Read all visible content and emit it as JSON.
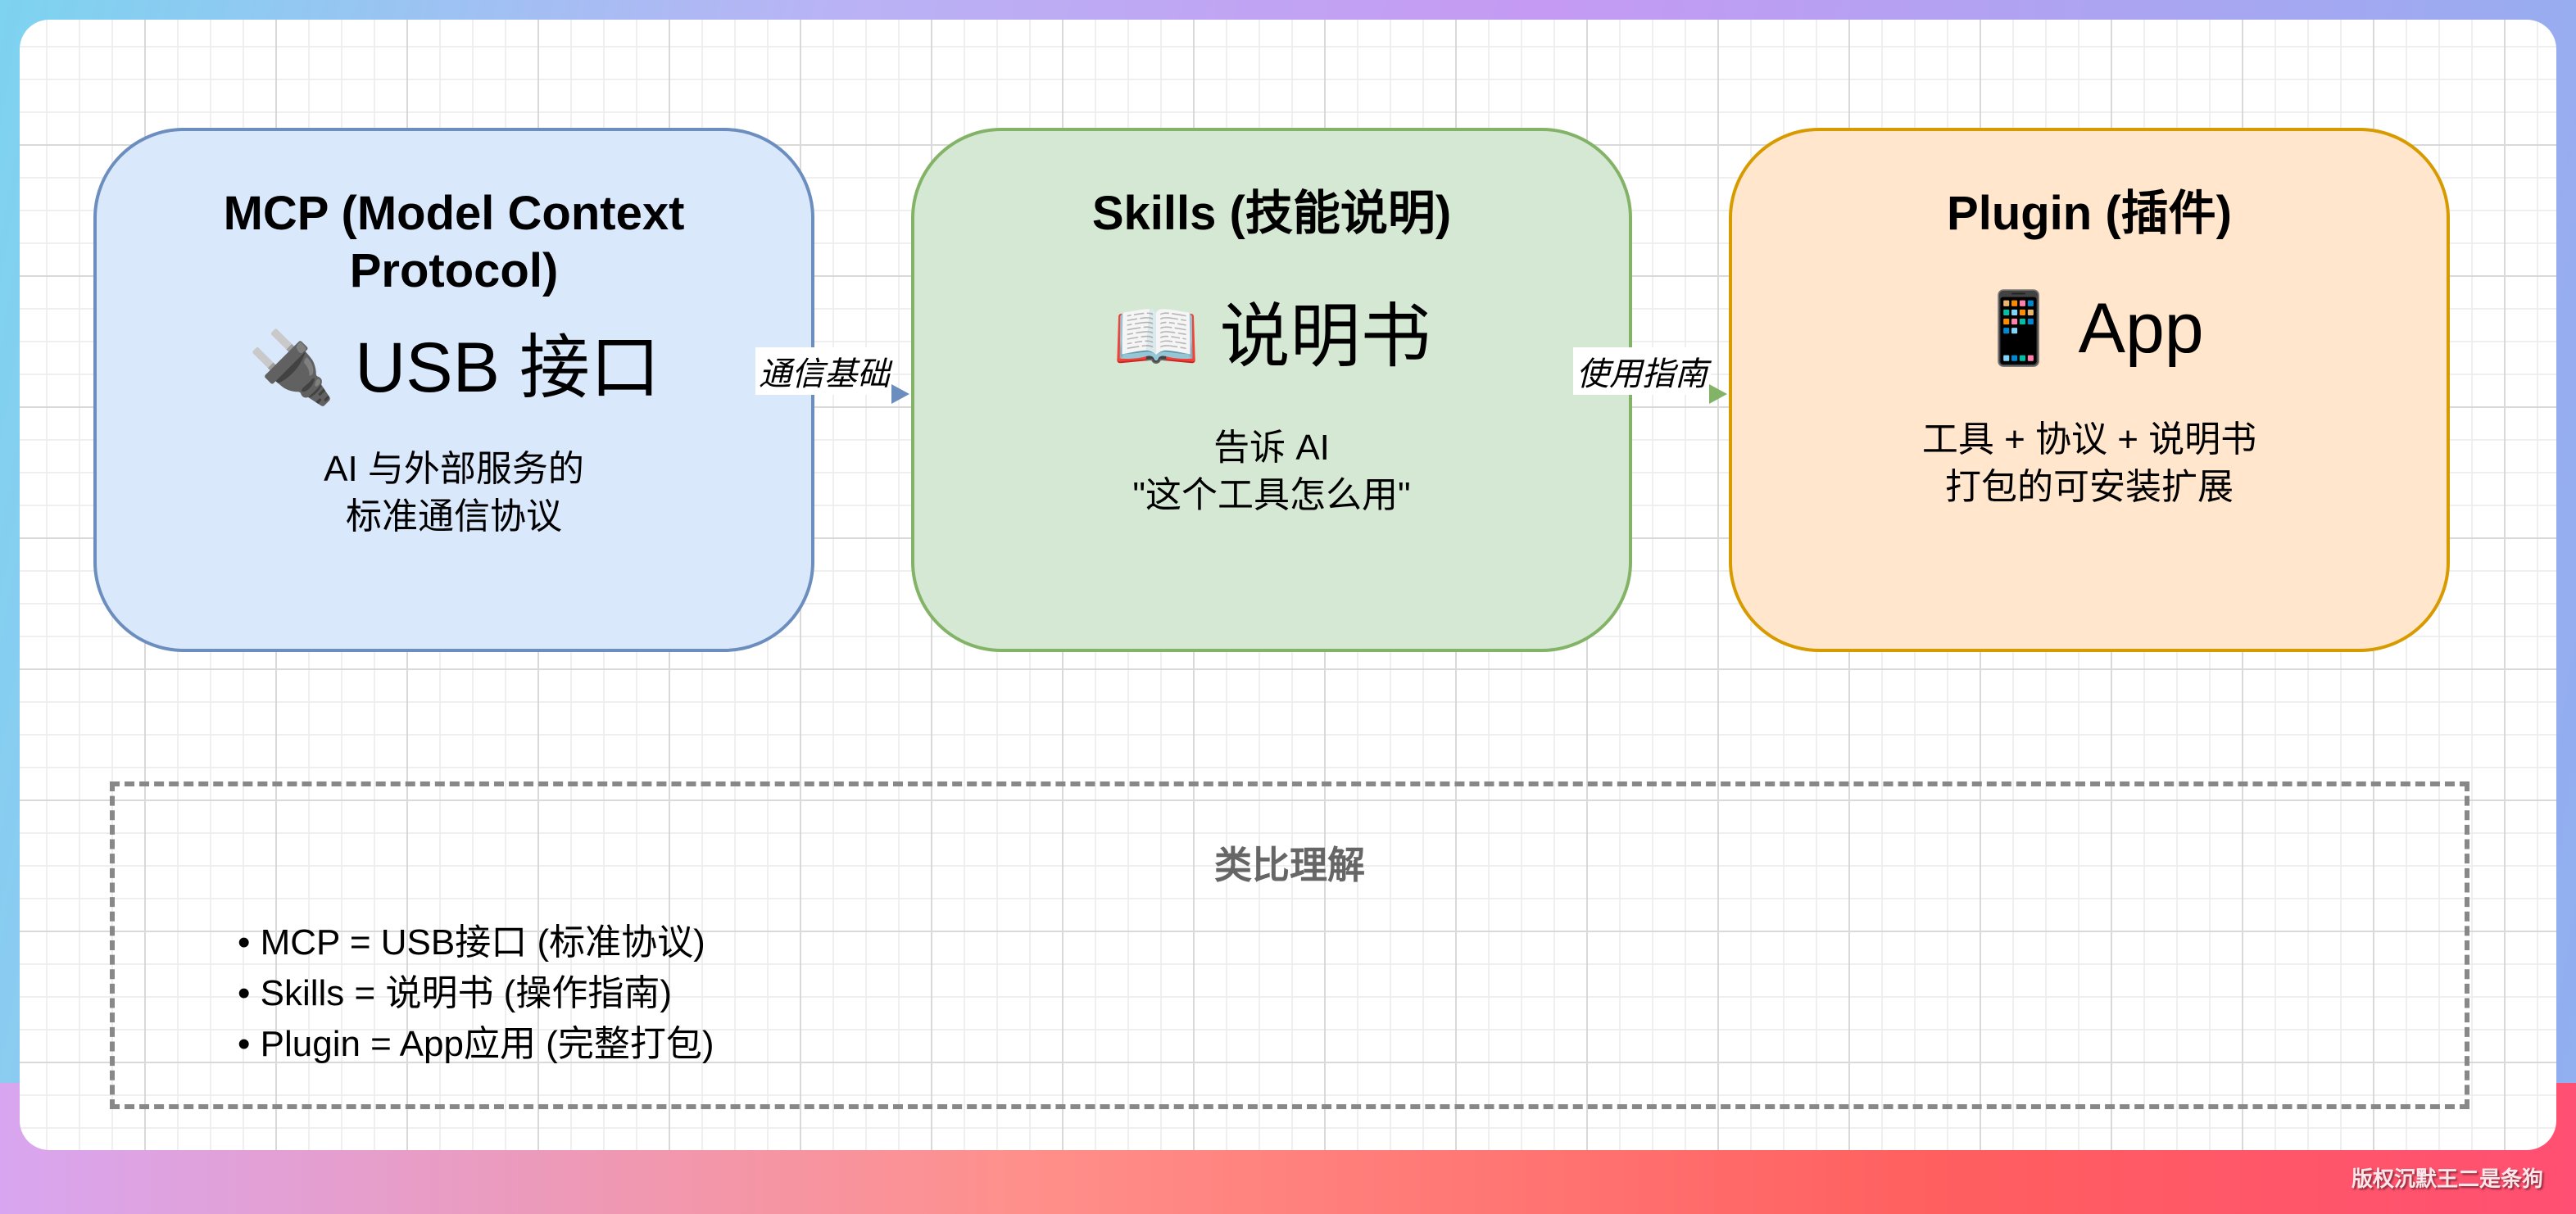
{
  "boxes": [
    {
      "title": "MCP (Model Context Protocol)",
      "icon": "🔌",
      "big": "USB 接口",
      "desc1": "AI 与外部服务的",
      "desc2": "标准通信协议",
      "fill": "#dae8fc",
      "stroke": "#6c8ebf"
    },
    {
      "title": "Skills (技能说明)",
      "icon": "📖",
      "big": "说明书",
      "desc1": "告诉 AI",
      "desc2": "\"这个工具怎么用\"",
      "fill": "#d5e8d4",
      "stroke": "#82b366"
    },
    {
      "title": "Plugin (插件)",
      "icon": "📱",
      "big": "App",
      "desc1": "工具 + 协议 + 说明书",
      "desc2": "打包的可安装扩展",
      "fill": "#ffe6cc",
      "stroke": "#d79b00"
    }
  ],
  "edges": [
    {
      "label": "通信基础"
    },
    {
      "label": "使用指南"
    }
  ],
  "analogy": {
    "title": "类比理解",
    "items": [
      "• MCP = USB接口 (标准协议)",
      "• Skills = 说明书 (操作指南)",
      "• Plugin = App应用 (完整打包)"
    ]
  },
  "watermark": "版权沉默王二是条狗"
}
